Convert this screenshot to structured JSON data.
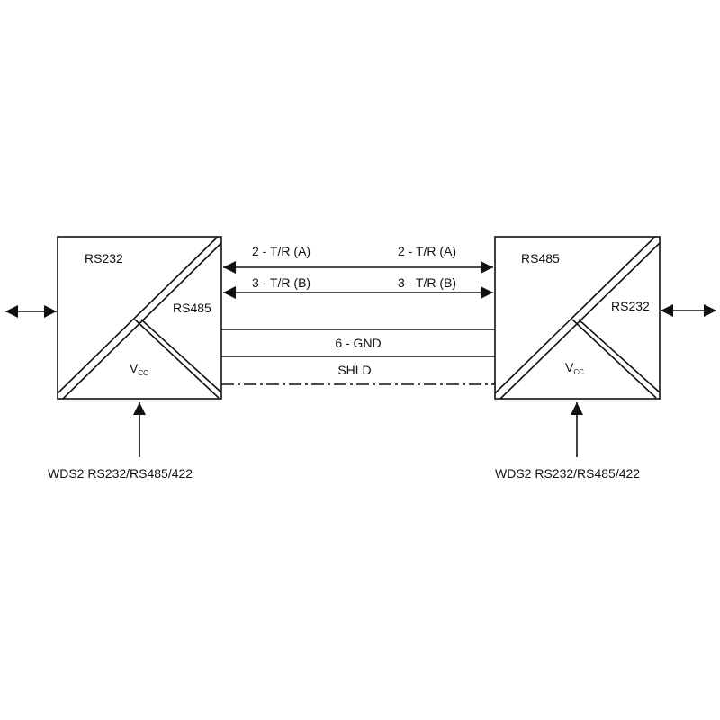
{
  "left_converter": {
    "top_label": "RS232",
    "side_label": "RS485",
    "power_label": "V",
    "power_sub": "CC",
    "caption": "WDS2 RS232/RS485/422"
  },
  "right_converter": {
    "top_label": "RS485",
    "side_label": "RS232",
    "power_label": "V",
    "power_sub": "CC",
    "caption": "WDS2 RS232/RS485/422"
  },
  "links": {
    "line_a_left": "2 - T/R (A)",
    "line_a_right": "2 - T/R (A)",
    "line_b_left": "3 - T/R (B)",
    "line_b_right": "3 - T/R (B)",
    "gnd": "6 - GND",
    "shield": "SHLD"
  }
}
